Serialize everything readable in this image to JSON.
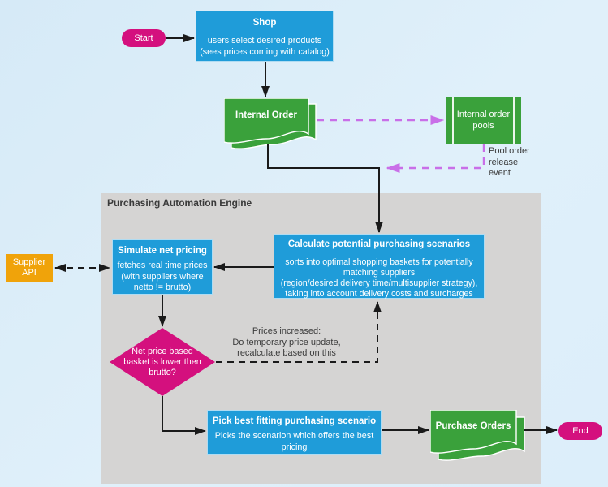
{
  "diagram": {
    "colors": {
      "process_blue": "#1f9cd9",
      "document_green": "#3aa13b",
      "terminator_pink": "#d4107e",
      "external_orange": "#f0a30a",
      "container_gray": "#d5d4d3",
      "connector_black": "#1a1a1a",
      "event_purple": "#c96fe8",
      "background_blue": "#ddeefa"
    },
    "container": {
      "title": "Purchasing Automation Engine"
    },
    "nodes": {
      "start": {
        "label": "Start"
      },
      "shop": {
        "title": "Shop",
        "body": [
          "users select desired products",
          "(sees prices coming with catalog)"
        ]
      },
      "internal_order": {
        "title": "Internal Order"
      },
      "internal_order_pools": {
        "title": "Internal order pools"
      },
      "supplier_api": {
        "title": "Supplier API"
      },
      "simulate_net_pricing": {
        "title": "Simulate net pricing",
        "body": [
          "fetches real time prices",
          "(with suppliers where",
          "netto != brutto)"
        ]
      },
      "calculate_scenarios": {
        "title": "Calculate potential purchasing scenarios",
        "body": [
          "sorts into optimal shopping baskets for potentially",
          "matching suppliers",
          "(region/desired delivery time/multisupplier strategy),",
          "taking into account delivery costs and surcharges"
        ]
      },
      "net_price_decision": {
        "lines": [
          "Net price based",
          "basket is lower then",
          "brutto?"
        ]
      },
      "pick_best_scenario": {
        "title": "Pick best fitting purchasing scenario",
        "body": [
          "Picks the scenarion which offers the best",
          "pricing"
        ]
      },
      "purchase_orders": {
        "title": "Purchase Orders"
      },
      "end": {
        "label": "End"
      }
    },
    "annotations": {
      "pool_release": "Pool order release event",
      "prices_note": [
        "Prices increased:",
        "Do temporary price update,",
        "recalculate based on this"
      ]
    }
  }
}
